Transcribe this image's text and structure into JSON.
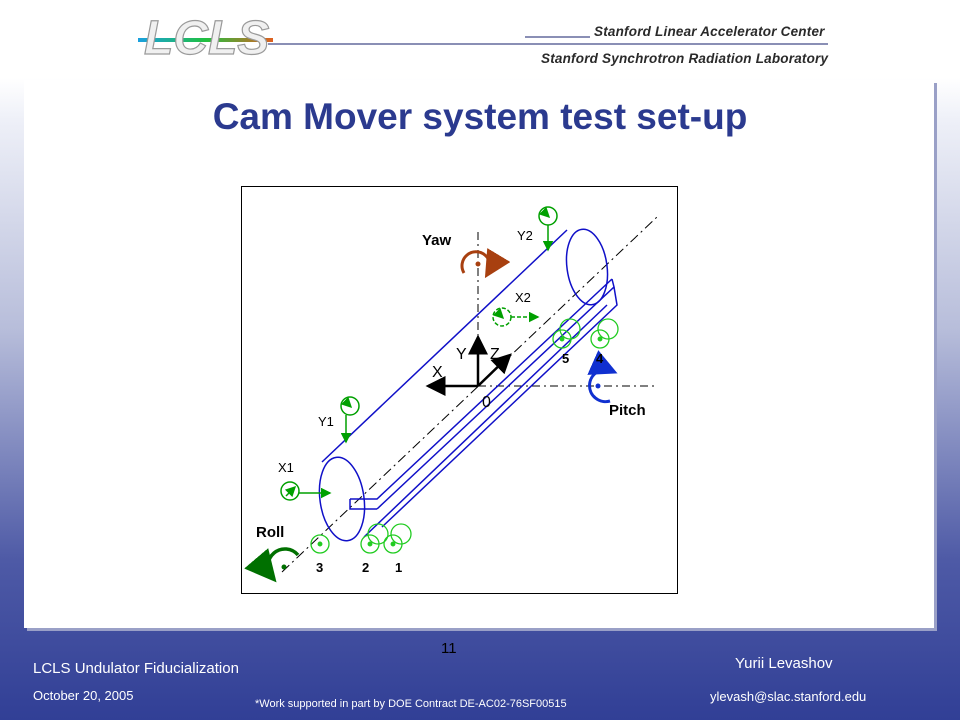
{
  "header": {
    "logo_text": "LCLS",
    "lab_line1": "Stanford Linear Accelerator Center",
    "lab_line2": "Stanford Synchrotron Radiation Laboratory"
  },
  "slide": {
    "title": "Cam Mover system test set-up",
    "page_number": "11"
  },
  "diagram": {
    "labels": {
      "yaw": "Yaw",
      "pitch": "Pitch",
      "roll": "Roll",
      "y2": "Y2",
      "x2": "X2",
      "y1": "Y1",
      "x1": "X1",
      "axis_y": "Y",
      "axis_z": "Z",
      "axis_x": "X",
      "origin": "0",
      "cam1": "1",
      "cam2": "2",
      "cam3": "3",
      "cam4": "4",
      "cam5": "5"
    },
    "colors": {
      "body": "#1010c8",
      "sensor": "#00a000",
      "cam": "#22cc22",
      "yaw": "#a84010",
      "pitch": "#1030d0",
      "roll": "#007000"
    }
  },
  "footer": {
    "presentation_title": "LCLS Undulator Fiducialization",
    "date": "October 20, 2005",
    "work_note": "*Work supported in part by DOE Contract DE-AC02-76SF00515",
    "author": "Yurii Levashov",
    "email": "ylevash@slac.stanford.edu"
  }
}
